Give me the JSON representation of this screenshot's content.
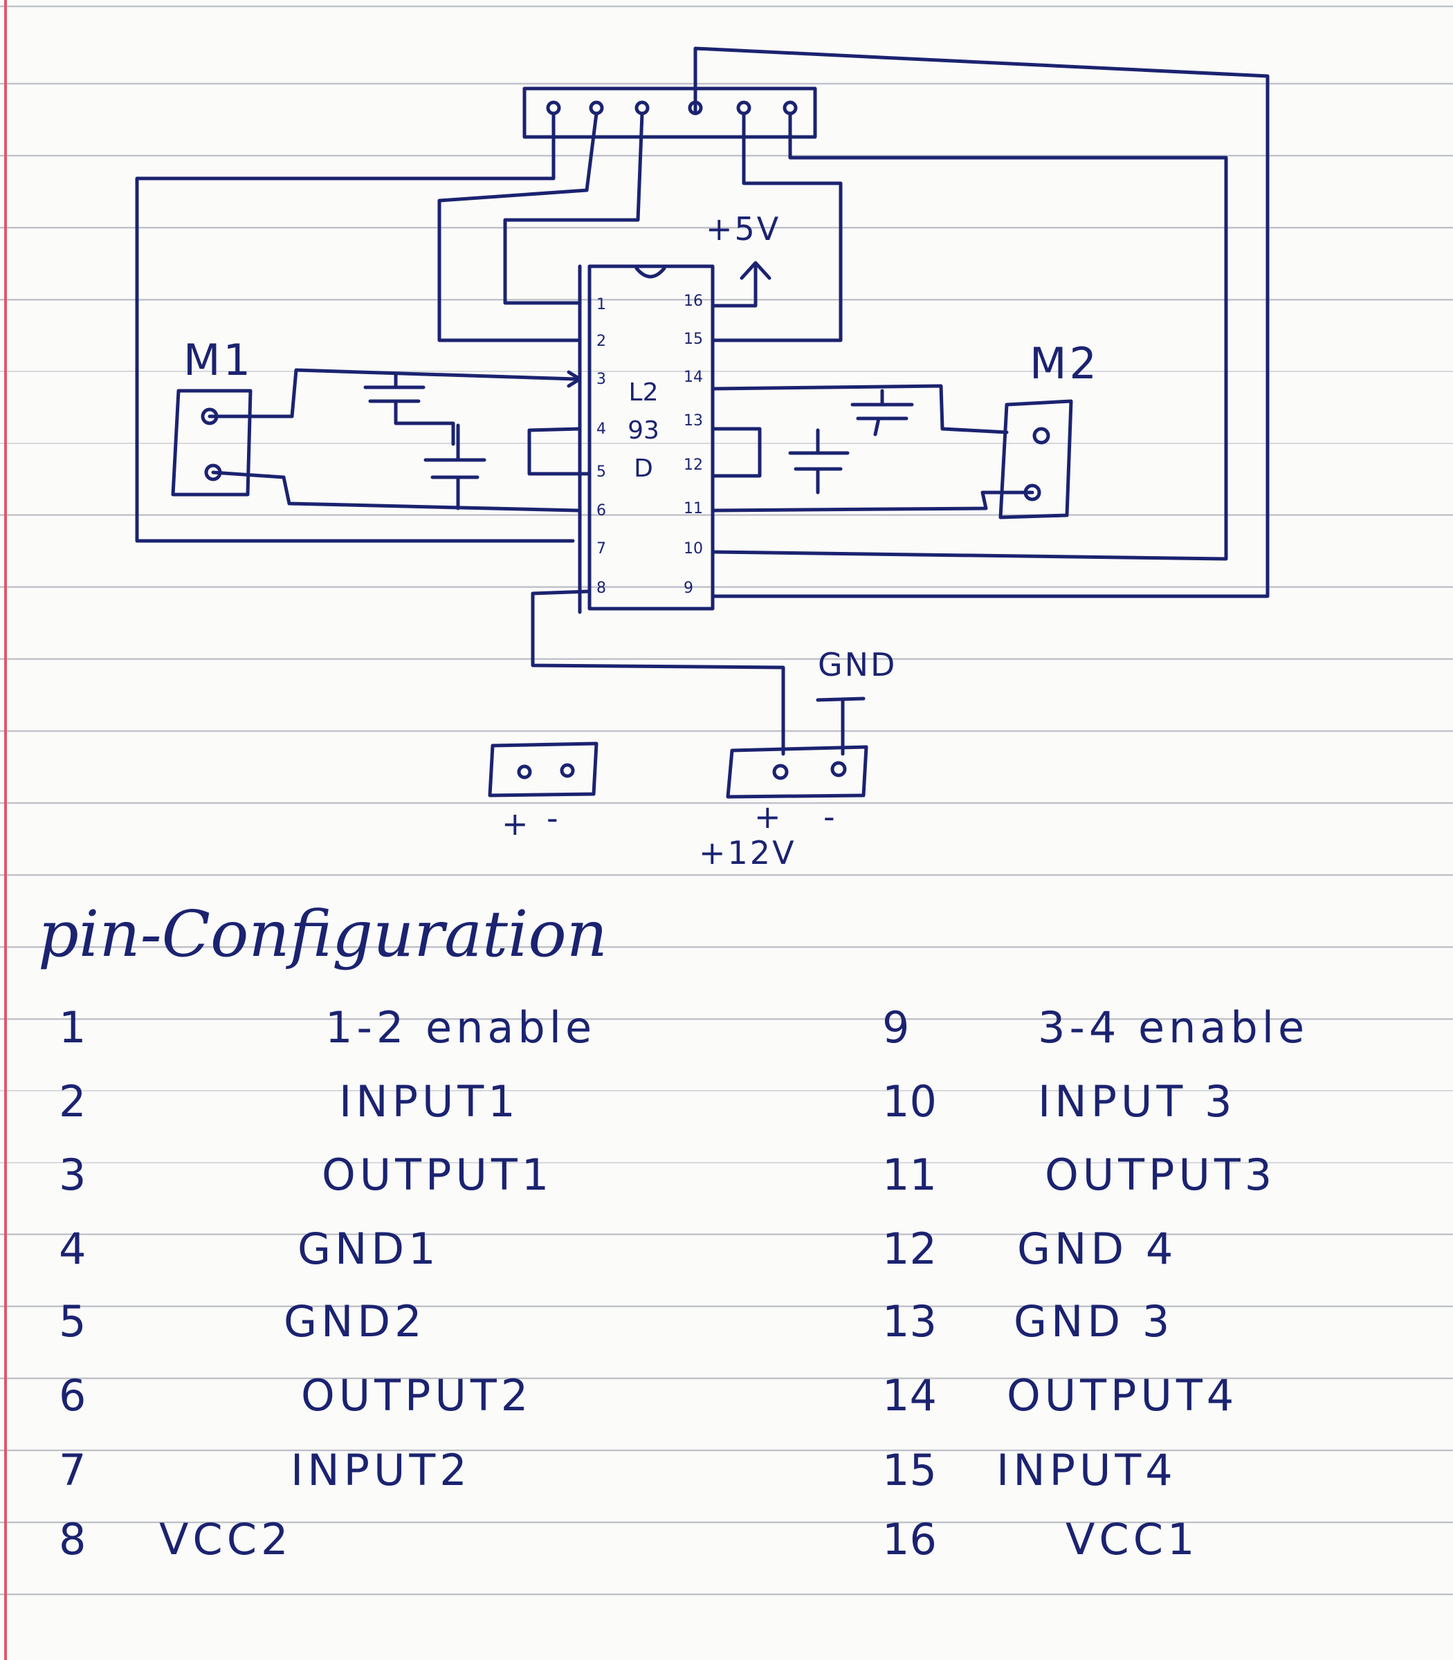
{
  "schematic": {
    "motor_left": "M1",
    "motor_right": "M2",
    "vcc_logic": "+5V",
    "ground": "GND",
    "supply": "+12V",
    "plus_sign": "+",
    "minus_sign": "-",
    "ic_marking": "L293D",
    "ic_pins_left": [
      "1",
      "2",
      "3",
      "4",
      "5",
      "6",
      "7",
      "8"
    ],
    "ic_pins_right": [
      "16",
      "15",
      "14",
      "13",
      "12",
      "11",
      "10",
      "9"
    ]
  },
  "pin_configuration": {
    "heading": "pin-Configuration",
    "left": [
      {
        "num": "1",
        "name": "1-2 enable"
      },
      {
        "num": "2",
        "name": "INPUT1"
      },
      {
        "num": "3",
        "name": "OUTPUT1"
      },
      {
        "num": "4",
        "name": "GND1"
      },
      {
        "num": "5",
        "name": "GND2"
      },
      {
        "num": "6",
        "name": "OUTPUT2"
      },
      {
        "num": "7",
        "name": "INPUT2"
      },
      {
        "num": "8",
        "name": "VCC2"
      }
    ],
    "right": [
      {
        "num": "9",
        "name": "3-4 enable"
      },
      {
        "num": "10",
        "name": "INPUT 3"
      },
      {
        "num": "11",
        "name": "OUTPUT3"
      },
      {
        "num": "12",
        "name": "GND 4"
      },
      {
        "num": "13",
        "name": "GND 3"
      },
      {
        "num": "14",
        "name": "OUTPUT4"
      },
      {
        "num": "15",
        "name": "INPUT4"
      },
      {
        "num": "16",
        "name": "VCC1"
      }
    ]
  }
}
